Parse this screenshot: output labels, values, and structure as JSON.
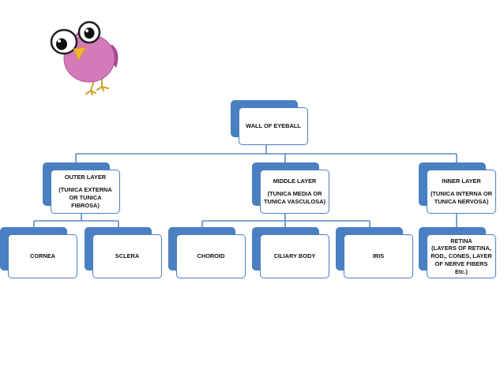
{
  "diagram": {
    "root": {
      "label": "WALL OF EYEBALL"
    },
    "layers": [
      {
        "title": "OUTER LAYER",
        "subtitle": "(TUNICA EXTERNA OR TUNICA FIBROSA)",
        "children": [
          {
            "label": "CORNEA"
          },
          {
            "label": "SCLERA"
          }
        ]
      },
      {
        "title": "MIDDLE LAYER",
        "subtitle": "(TUNICA MEDIA OR TUNICA VASCULOSA)",
        "children": [
          {
            "label": "CHOROID"
          },
          {
            "label": "CILIARY BODY"
          },
          {
            "label": "IRIS"
          }
        ]
      },
      {
        "title": "INNER LAYER",
        "subtitle": "(TUNICA INTERNA OR TUNICA NERVOSA)",
        "children": [
          {
            "title": "RETINA",
            "subtitle": "(LAYERS OF RETINA, ROD,, CONES, LAYER OF NERVE FIBERS Etc.)"
          }
        ]
      }
    ]
  },
  "colors": {
    "box_back": "#4a7fc1",
    "box_border": "#4a7fc1",
    "connector": "#5b8bc6",
    "owl_body": "#d47ab8",
    "owl_beak": "#f2b533"
  }
}
